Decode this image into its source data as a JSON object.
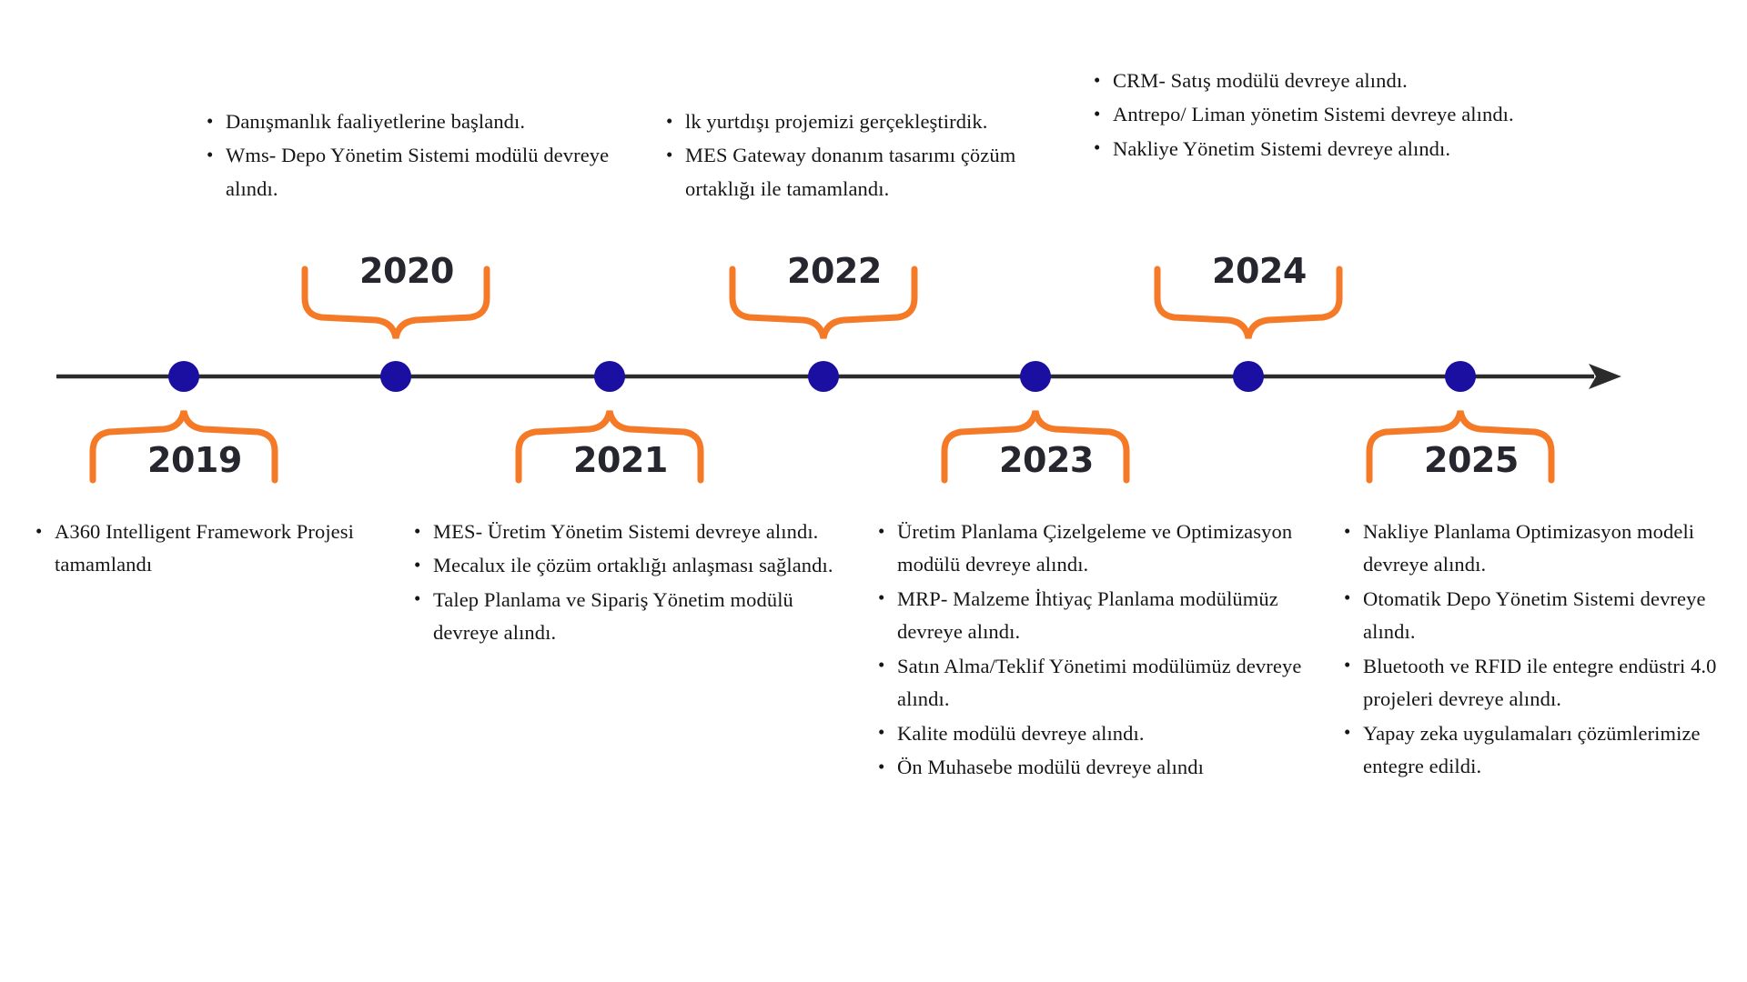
{
  "meta": {
    "title": "Zaman Cizelgesi",
    "accent_color": "#F47A27",
    "dot_color": "#1A0FA0",
    "axis_color": "#2B2B2B",
    "text_color": "#161616",
    "year_color": "#26262E"
  },
  "axis": {
    "arrow_icon": "arrow-right-icon",
    "node_count": 7
  },
  "milestones": [
    {
      "year": "2019",
      "side": "bottom",
      "bullets": [
        "A360 Intelligent Framework",
        "Projesi tamamlandı"
      ],
      "lines": [
        "A360 Intelligent Framework Projesi tamamlandı"
      ]
    },
    {
      "year": "2020",
      "side": "top",
      "lines": [
        "Danışmanlık faaliyetlerine başlandı.",
        "Wms- Depo Yönetim Sistemi modülü devreye alındı."
      ]
    },
    {
      "year": "2021",
      "side": "bottom",
      "lines": [
        "MES- Üretim Yönetim Sistemi devreye alındı.",
        "Mecalux ile çözüm ortaklığı anlaşması sağlandı.",
        "Talep Planlama ve Sipariş Yönetim modülü devreye alındı."
      ]
    },
    {
      "year": "2022",
      "side": "top",
      "lines": [
        "lk yurtdışı projemizi gerçekleştirdik.",
        "MES Gateway donanım tasarımı çözüm ortaklığı ile tamamlandı."
      ]
    },
    {
      "year": "2023",
      "side": "bottom",
      "lines": [
        "Üretim Planlama Çizelgeleme ve Optimizasyon modülü devreye alındı.",
        "MRP- Malzeme İhtiyaç Planlama modülümüz devreye alındı.",
        "Satın Alma/Teklif Yönetimi modülümüz devreye alındı.",
        "Kalite modülü devreye alındı.",
        "Ön Muhasebe modülü devreye alındı"
      ]
    },
    {
      "year": "2024",
      "side": "top",
      "lines": [
        "CRM- Satış modülü devreye alındı.",
        "Antrepo/ Liman yönetim Sistemi devreye alındı.",
        "Nakliye Yönetim Sistemi devreye alındı."
      ]
    },
    {
      "year": "2025",
      "side": "bottom",
      "lines": [
        "Nakliye Planlama Optimizasyon modeli devreye alındı.",
        "Otomatik Depo Yönetim Sistemi devreye alındı.",
        "Bluetooth ve RFID ile entegre endüstri 4.0 projeleri devreye alındı.",
        "Yapay zeka uygulamaları çözümlerimize entegre edildi."
      ]
    }
  ]
}
